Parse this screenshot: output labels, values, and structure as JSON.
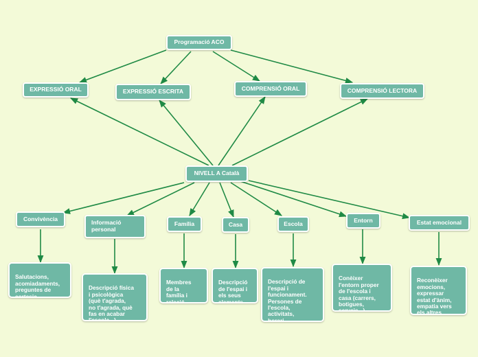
{
  "root": {
    "label": "Programació ACO"
  },
  "categories": [
    {
      "id": "expressio-oral",
      "label": "EXPRESSIÓ ORAL"
    },
    {
      "id": "expressio-escrita",
      "label": "EXPRESSIÓ ESCRITA"
    },
    {
      "id": "comprensio-oral",
      "label": "COMPRENSIÓ ORAL"
    },
    {
      "id": "comprensio-lectora",
      "label": "COMPRENSIÓ LECTORA"
    }
  ],
  "center": {
    "label": "NIVELL A Català"
  },
  "topics": [
    {
      "id": "convivencia",
      "label": "Convivència",
      "detail": "Salutacions,\nacomiadaments,\npreguntes de\ncortesia"
    },
    {
      "id": "informacio-personal",
      "label": "Informació\npersonal",
      "detail": "Descripció física\ni psicològica\n(què t'agrada,\nno t'agrada, què\nfas en acabar\nl'escola...)"
    },
    {
      "id": "familia",
      "label": "Família",
      "detail": "Membres\nde la\nfamília i\nrelació."
    },
    {
      "id": "casa",
      "label": "Casa",
      "detail": "Descripció\nde l'espai i\nels seus\nelements"
    },
    {
      "id": "escola",
      "label": "Escola",
      "detail": "Descripció de\nl'espai i\nfuncionament.\nPersones de\nl'escola,\nactivitats,\nhorari..."
    },
    {
      "id": "entorn",
      "label": "Entorn",
      "detail": "Conèixer\nl'entorn proper\nde l'escola i\ncasa (carrers,\nbotigues,\nserveis...)"
    },
    {
      "id": "estat-emocional",
      "label": "Estat emocional",
      "detail": "Reconèixer\nemocions,\nexpressar\nestat d'ànim,\nempatia vers\nels altres"
    }
  ],
  "colors": {
    "background": "#f3fad8",
    "node": "#6fb8a5",
    "edge": "#1f8a45"
  }
}
